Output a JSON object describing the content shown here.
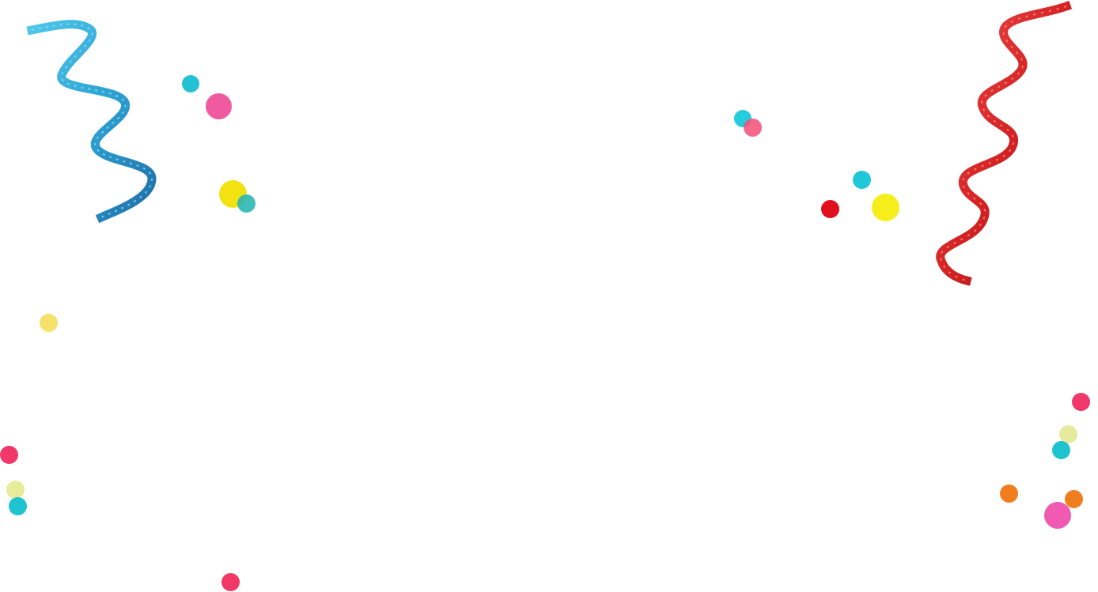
{
  "colors": {
    "background": "#ffffff",
    "blue_ribbon_light": "#4fc6ea",
    "blue_ribbon_mid": "#2ea3d3",
    "blue_ribbon_dark": "#1f6fa8",
    "red_ribbon_light": "#f05050",
    "red_ribbon_mid": "#d42323",
    "red_ribbon_dark": "#a5121a"
  },
  "confetti": [
    {
      "id": "c1",
      "color": "#22c1d4"
    },
    {
      "id": "c2",
      "color": "#f05aa0"
    },
    {
      "id": "c3",
      "color": "#f2e212"
    },
    {
      "id": "c4",
      "color": "#2bb7b1"
    },
    {
      "id": "c5",
      "color": "#f6e16a"
    },
    {
      "id": "c6",
      "color": "#f0386a"
    },
    {
      "id": "c7",
      "color": "#e7eb9a"
    },
    {
      "id": "c8",
      "color": "#1fc3cf"
    },
    {
      "id": "c9",
      "color": "#ef3a68"
    },
    {
      "id": "c10",
      "color": "#24cddc"
    },
    {
      "id": "c11",
      "color": "#f44d77"
    },
    {
      "id": "c12",
      "color": "#20c7d6"
    },
    {
      "id": "c13",
      "color": "#f6ee1b"
    },
    {
      "id": "c14",
      "color": "#e0101f"
    },
    {
      "id": "c15",
      "color": "#f0386a"
    },
    {
      "id": "c16",
      "color": "#e5ea9c"
    },
    {
      "id": "c17",
      "color": "#1fc3cf"
    },
    {
      "id": "c18",
      "color": "#f07e1f"
    },
    {
      "id": "c19",
      "color": "#f07e1f"
    },
    {
      "id": "c20",
      "color": "#f05ab2"
    }
  ]
}
